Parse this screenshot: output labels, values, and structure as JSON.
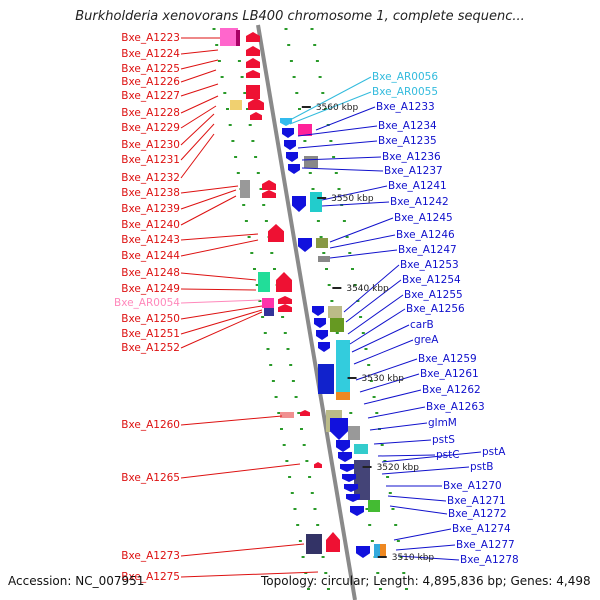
{
  "header": {
    "title": "Burkholderia xenovorans LB400 chromosome 1, complete sequenc..."
  },
  "footer": {
    "accession": "Accession: NC_007951",
    "stats": "Topology: circular; Length: 4,895,836 bp; Genes: 4,498"
  },
  "colors": {
    "left_label": "#dd1111",
    "right_label": "#1111cc",
    "ar_left_label": "#ff88bb",
    "ar_right_label": "#33bbdd",
    "axis": "#888888",
    "tick": "#2a9a2a"
  },
  "scale_labels": [
    "3560 kbp",
    "3550 kbp",
    "3540 kbp",
    "3530 kbp",
    "3520 kbp",
    "3510 kbp"
  ],
  "left_labels": [
    {
      "text": "Bxe_A1223",
      "kind": "gene"
    },
    {
      "text": "Bxe_A1224",
      "kind": "gene"
    },
    {
      "text": "Bxe_A1225",
      "kind": "gene"
    },
    {
      "text": "Bxe_A1226",
      "kind": "gene"
    },
    {
      "text": "Bxe_A1227",
      "kind": "gene"
    },
    {
      "text": "Bxe_A1228",
      "kind": "gene"
    },
    {
      "text": "Bxe_A1229",
      "kind": "gene"
    },
    {
      "text": "Bxe_A1230",
      "kind": "gene"
    },
    {
      "text": "Bxe_A1231",
      "kind": "gene"
    },
    {
      "text": "Bxe_A1232",
      "kind": "gene"
    },
    {
      "text": "Bxe_A1238",
      "kind": "gene"
    },
    {
      "text": "Bxe_A1239",
      "kind": "gene"
    },
    {
      "text": "Bxe_A1240",
      "kind": "gene"
    },
    {
      "text": "Bxe_A1243",
      "kind": "gene"
    },
    {
      "text": "Bxe_A1244",
      "kind": "gene"
    },
    {
      "text": "Bxe_A1248",
      "kind": "gene"
    },
    {
      "text": "Bxe_A1249",
      "kind": "gene"
    },
    {
      "text": "Bxe_AR0054",
      "kind": "rna"
    },
    {
      "text": "Bxe_A1250",
      "kind": "gene"
    },
    {
      "text": "Bxe_A1251",
      "kind": "gene"
    },
    {
      "text": "Bxe_A1252",
      "kind": "gene"
    },
    {
      "text": "Bxe_A1260",
      "kind": "gene"
    },
    {
      "text": "Bxe_A1265",
      "kind": "gene"
    },
    {
      "text": "Bxe_A1273",
      "kind": "gene"
    },
    {
      "text": "Bxe_A1275",
      "kind": "gene"
    }
  ],
  "right_labels": [
    {
      "text": "Bxe_AR0056",
      "kind": "rna"
    },
    {
      "text": "Bxe_AR0055",
      "kind": "rna"
    },
    {
      "text": "Bxe_A1233",
      "kind": "gene"
    },
    {
      "text": "Bxe_A1234",
      "kind": "gene"
    },
    {
      "text": "Bxe_A1235",
      "kind": "gene"
    },
    {
      "text": "Bxe_A1236",
      "kind": "gene"
    },
    {
      "text": "Bxe_A1237",
      "kind": "gene"
    },
    {
      "text": "Bxe_A1241",
      "kind": "gene"
    },
    {
      "text": "Bxe_A1242",
      "kind": "gene"
    },
    {
      "text": "Bxe_A1245",
      "kind": "gene"
    },
    {
      "text": "Bxe_A1246",
      "kind": "gene"
    },
    {
      "text": "Bxe_A1247",
      "kind": "gene"
    },
    {
      "text": "Bxe_A1253",
      "kind": "gene"
    },
    {
      "text": "Bxe_A1254",
      "kind": "gene"
    },
    {
      "text": "Bxe_A1255",
      "kind": "gene"
    },
    {
      "text": "Bxe_A1256",
      "kind": "gene"
    },
    {
      "text": "carB",
      "kind": "gene"
    },
    {
      "text": "greA",
      "kind": "gene"
    },
    {
      "text": "Bxe_A1259",
      "kind": "gene"
    },
    {
      "text": "Bxe_A1261",
      "kind": "gene"
    },
    {
      "text": "Bxe_A1262",
      "kind": "gene"
    },
    {
      "text": "Bxe_A1263",
      "kind": "gene"
    },
    {
      "text": "glmM",
      "kind": "gene"
    },
    {
      "text": "pstS",
      "kind": "gene"
    },
    {
      "text": "pstC",
      "kind": "gene"
    },
    {
      "text": "pstA",
      "kind": "gene"
    },
    {
      "text": "pstB",
      "kind": "gene"
    },
    {
      "text": "Bxe_A1270",
      "kind": "gene"
    },
    {
      "text": "Bxe_A1271",
      "kind": "gene"
    },
    {
      "text": "Bxe_A1272",
      "kind": "gene"
    },
    {
      "text": "Bxe_A1274",
      "kind": "gene"
    },
    {
      "text": "Bxe_A1277",
      "kind": "gene"
    },
    {
      "text": "Bxe_A1278",
      "kind": "gene"
    }
  ]
}
